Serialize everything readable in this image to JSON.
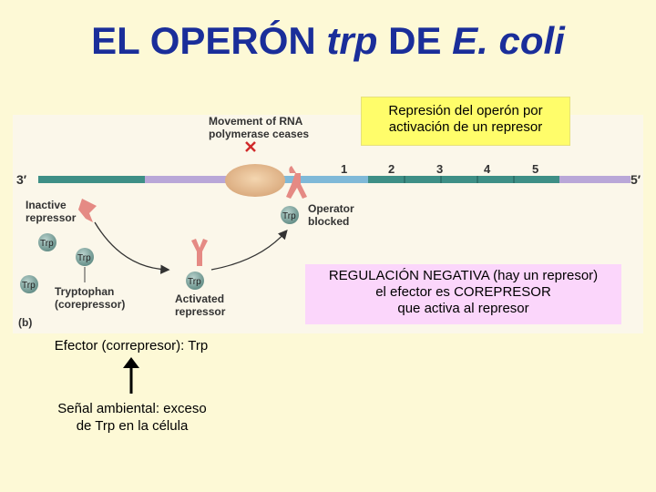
{
  "title": {
    "main": "EL OPERÓN ",
    "italic1": "trp",
    "mid": " DE ",
    "italic2": "E. coli"
  },
  "notes": {
    "repression": [
      "Represión del operón por",
      "activación de un represor"
    ],
    "regulation": [
      "REGULACIÓN NEGATIVA (hay un represor)",
      "el efector es COREPRESOR",
      "que activa al represor"
    ]
  },
  "figure": {
    "movement_label": [
      "Movement of RNA",
      "polymerase ceases"
    ],
    "end_3": "3′",
    "end_5": "5′",
    "genes": [
      "1",
      "2",
      "3",
      "4",
      "5"
    ],
    "operator_label": [
      "Operator",
      "blocked"
    ],
    "inactive_label": [
      "Inactive",
      "repressor"
    ],
    "tryptophan_label": [
      "Tryptophan",
      "(corepressor)"
    ],
    "activated_label": [
      "Activated",
      "repressor"
    ],
    "trp": "Trp",
    "panel": "(b)"
  },
  "effector": "Efector (correpresor): Trp",
  "signal": [
    "Señal ambiental: exceso",
    "de Trp en la célula"
  ],
  "colors": {
    "title": "#1a2e9a",
    "dna_teal": "#3e8f86",
    "dna_lilac": "#b9a7d8",
    "repressor": "#e58a84",
    "trp_bead": "#7fa39d",
    "stop_mark": "#d02a2a"
  }
}
